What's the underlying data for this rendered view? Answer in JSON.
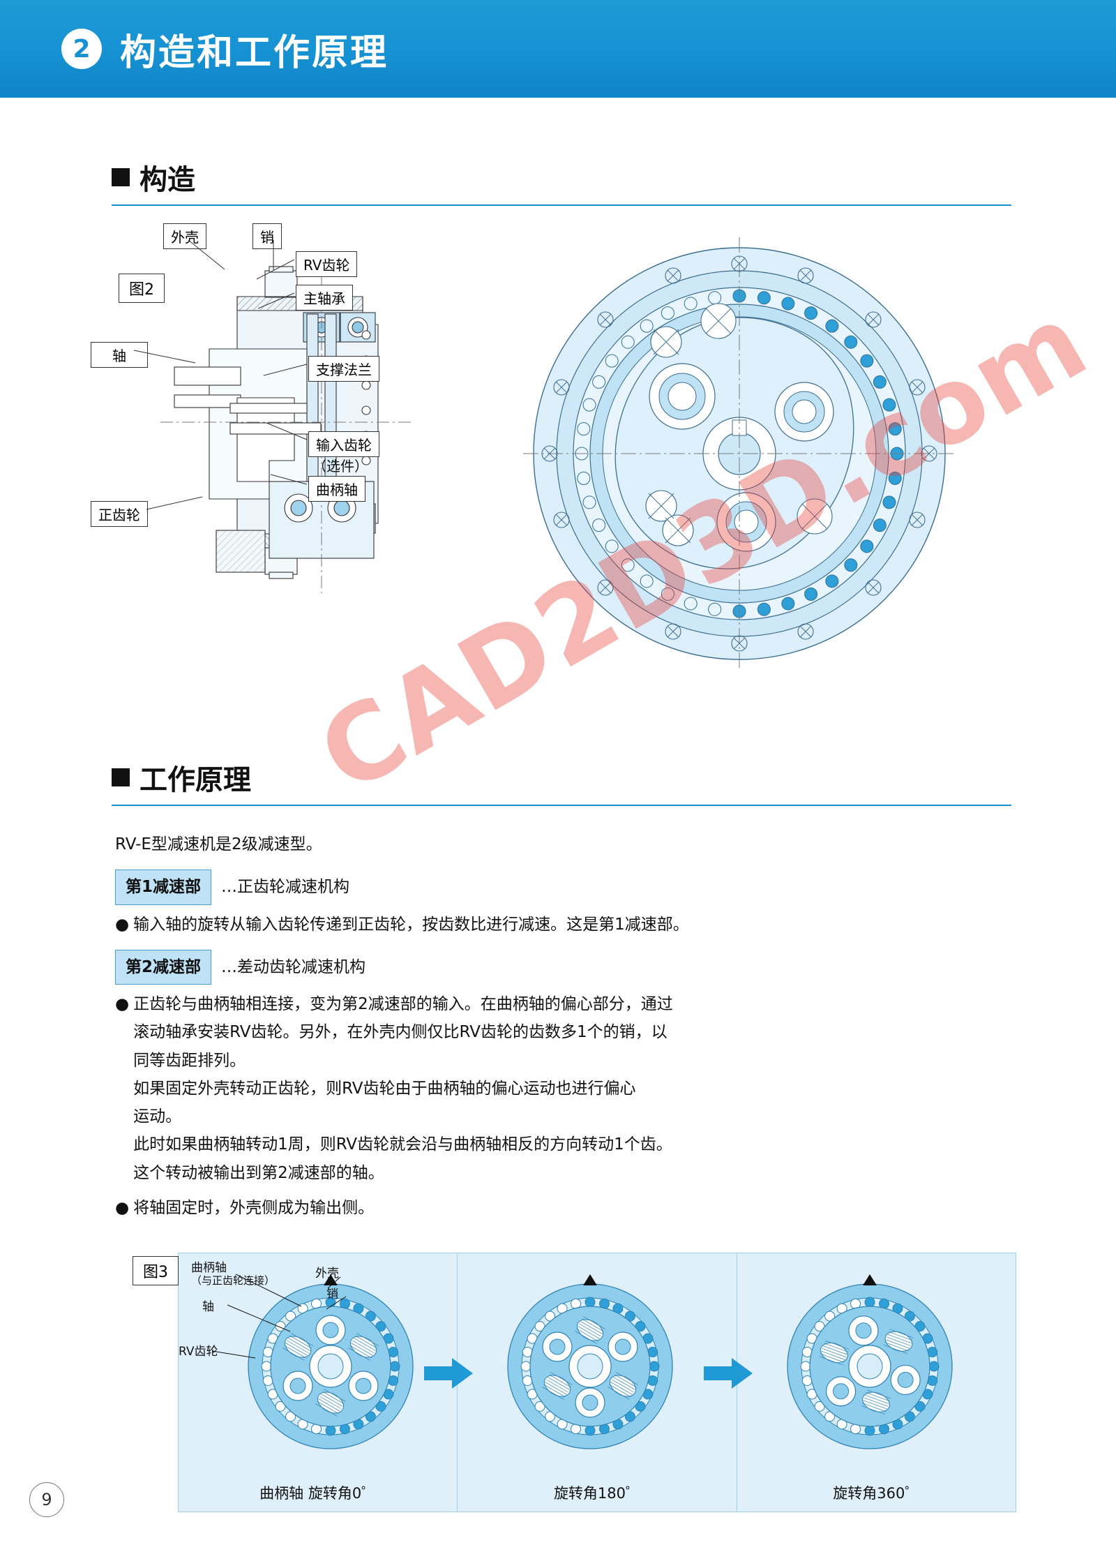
{
  "header": {
    "number": "2",
    "title": "构造和工作原理"
  },
  "sections": {
    "structure": {
      "heading": "构造"
    },
    "principle": {
      "heading": "工作原理"
    }
  },
  "fig2": {
    "label": "图2",
    "callouts": [
      {
        "name": "housing",
        "text": "外壳"
      },
      {
        "name": "pin",
        "text": "销"
      },
      {
        "name": "rv-gear",
        "text": "RV齿轮"
      },
      {
        "name": "main-bearing",
        "text": "主轴承"
      },
      {
        "name": "shaft",
        "text": "轴"
      },
      {
        "name": "support-flange",
        "text": "支撑法兰"
      },
      {
        "name": "input-gear",
        "text": "输入齿轮"
      },
      {
        "name": "input-gear-opt",
        "text": "（选件）"
      },
      {
        "name": "crank-shaft",
        "text": "曲柄轴"
      },
      {
        "name": "spur-gear",
        "text": "正齿轮"
      }
    ]
  },
  "principle": {
    "intro": "RV-E型减速机是2级减速型。",
    "stage1": {
      "tag": "第1减速部",
      "desc": "…正齿轮减速机构",
      "bullet": "输入轴的旋转从输入齿轮传递到正齿轮，按齿数比进行减速。这是第1减速部。"
    },
    "stage2": {
      "tag": "第2减速部",
      "desc": "…差动齿轮减速机构",
      "bullet_lines": [
        "正齿轮与曲柄轴相连接，变为第2减速部的输入。在曲柄轴的偏心部分，通过",
        "滚动轴承安装RV齿轮。另外，在外壳内侧仅比RV齿轮的齿数多1个的销，以",
        "同等齿距排列。",
        "如果固定外壳转动正齿轮，则RV齿轮由于曲柄轴的偏心运动也进行偏心",
        "运动。",
        "此时如果曲柄轴转动1周，则RV齿轮就会沿与曲柄轴相反的方向转动1个齿。",
        "这个转动被输出到第2减速部的轴。"
      ],
      "bullet2": "将轴固定时，外壳侧成为输出侧。"
    }
  },
  "fig3": {
    "label": "图3",
    "labels": [
      {
        "name": "crank-shaft",
        "text": "曲柄轴"
      },
      {
        "name": "crank-shaft-note",
        "text": "（与正齿轮连接）"
      },
      {
        "name": "housing",
        "text": "外壳"
      },
      {
        "name": "pin",
        "text": "销"
      },
      {
        "name": "shaft",
        "text": "轴"
      },
      {
        "name": "rv-gear",
        "text": "RV齿轮"
      }
    ],
    "captions": [
      "曲柄轴 旋转角0゜",
      "旋转角180゜",
      "旋转角360゜"
    ]
  },
  "watermark": {
    "text": "CAD2D3D.com"
  },
  "page": {
    "number": "9"
  },
  "colors": {
    "header_blue": "#1691d2",
    "accent_blue": "#4a9fd0",
    "fill_light": "#dff0fb",
    "fill_mid": "#a8d8ef",
    "fill_dark": "#3aa6dd",
    "watermark_red": "#e8433a"
  }
}
